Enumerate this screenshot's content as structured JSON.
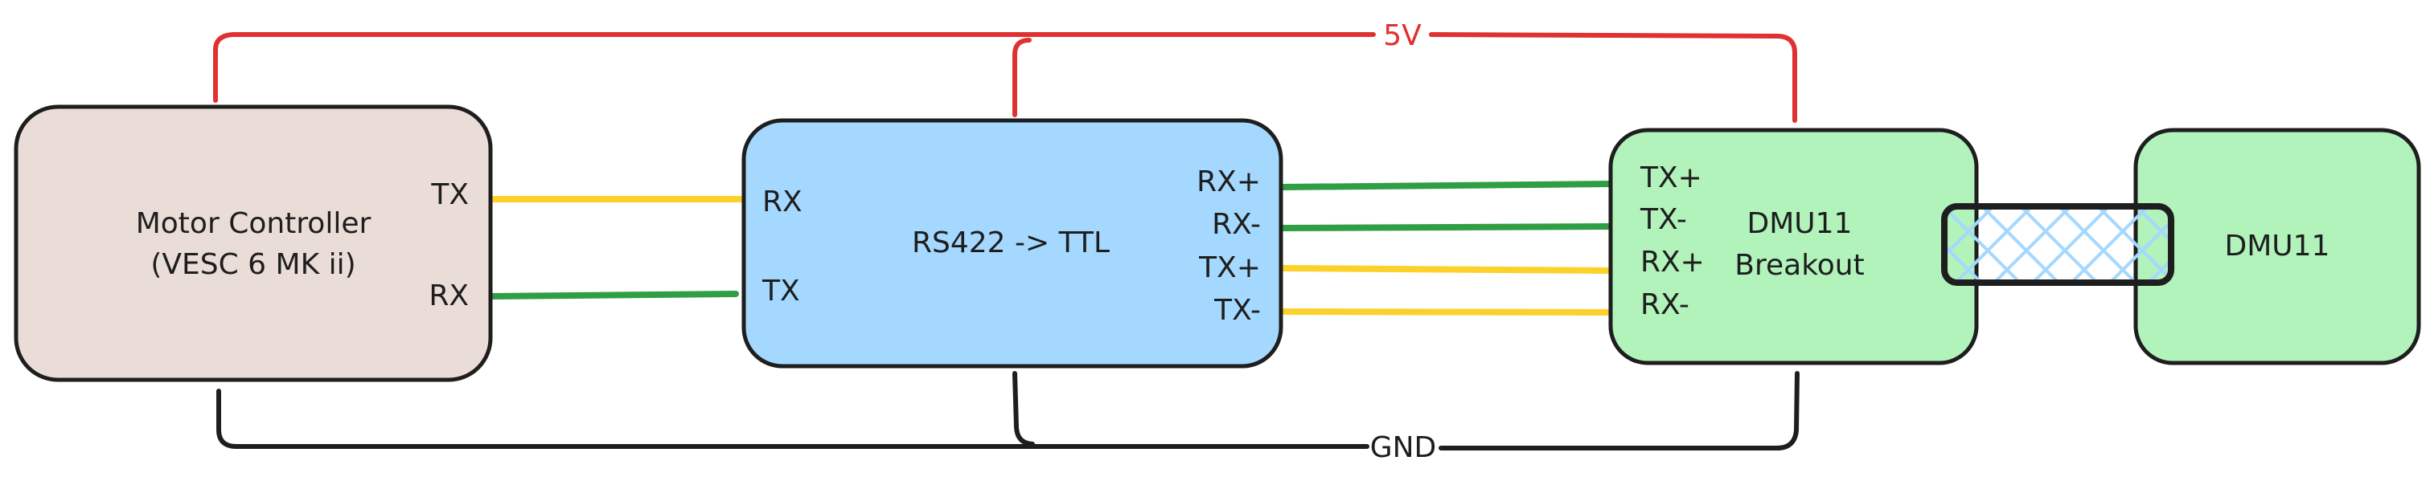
{
  "power": {
    "label": "5V",
    "color": "#e03131"
  },
  "ground": {
    "label": "GND",
    "color": "#1e1e1e"
  },
  "colors": {
    "yellow_wire": "#fcd12a",
    "green_wire": "#2f9e44",
    "motor_fill": "#eaddd7",
    "converter_fill": "#a5d8ff",
    "dmu_fill": "#b2f2bb",
    "cable_hatch": "#a5d8ff"
  },
  "blocks": {
    "motor_controller": {
      "title_line1": "Motor Controller",
      "title_line2": "(VESC 6 MK ii)",
      "pins": {
        "tx": "TX",
        "rx": "RX"
      }
    },
    "converter": {
      "title": "RS422 -> TTL",
      "left_pins": {
        "rx": "RX",
        "tx": "TX"
      },
      "right_pins": [
        "RX+",
        "RX-",
        "TX+",
        "TX-"
      ]
    },
    "breakout": {
      "title_line1": "DMU11",
      "title_line2": "Breakout",
      "pins": [
        "TX+",
        "TX-",
        "RX+",
        "RX-"
      ]
    },
    "dmu": {
      "title": "DMU11"
    }
  }
}
